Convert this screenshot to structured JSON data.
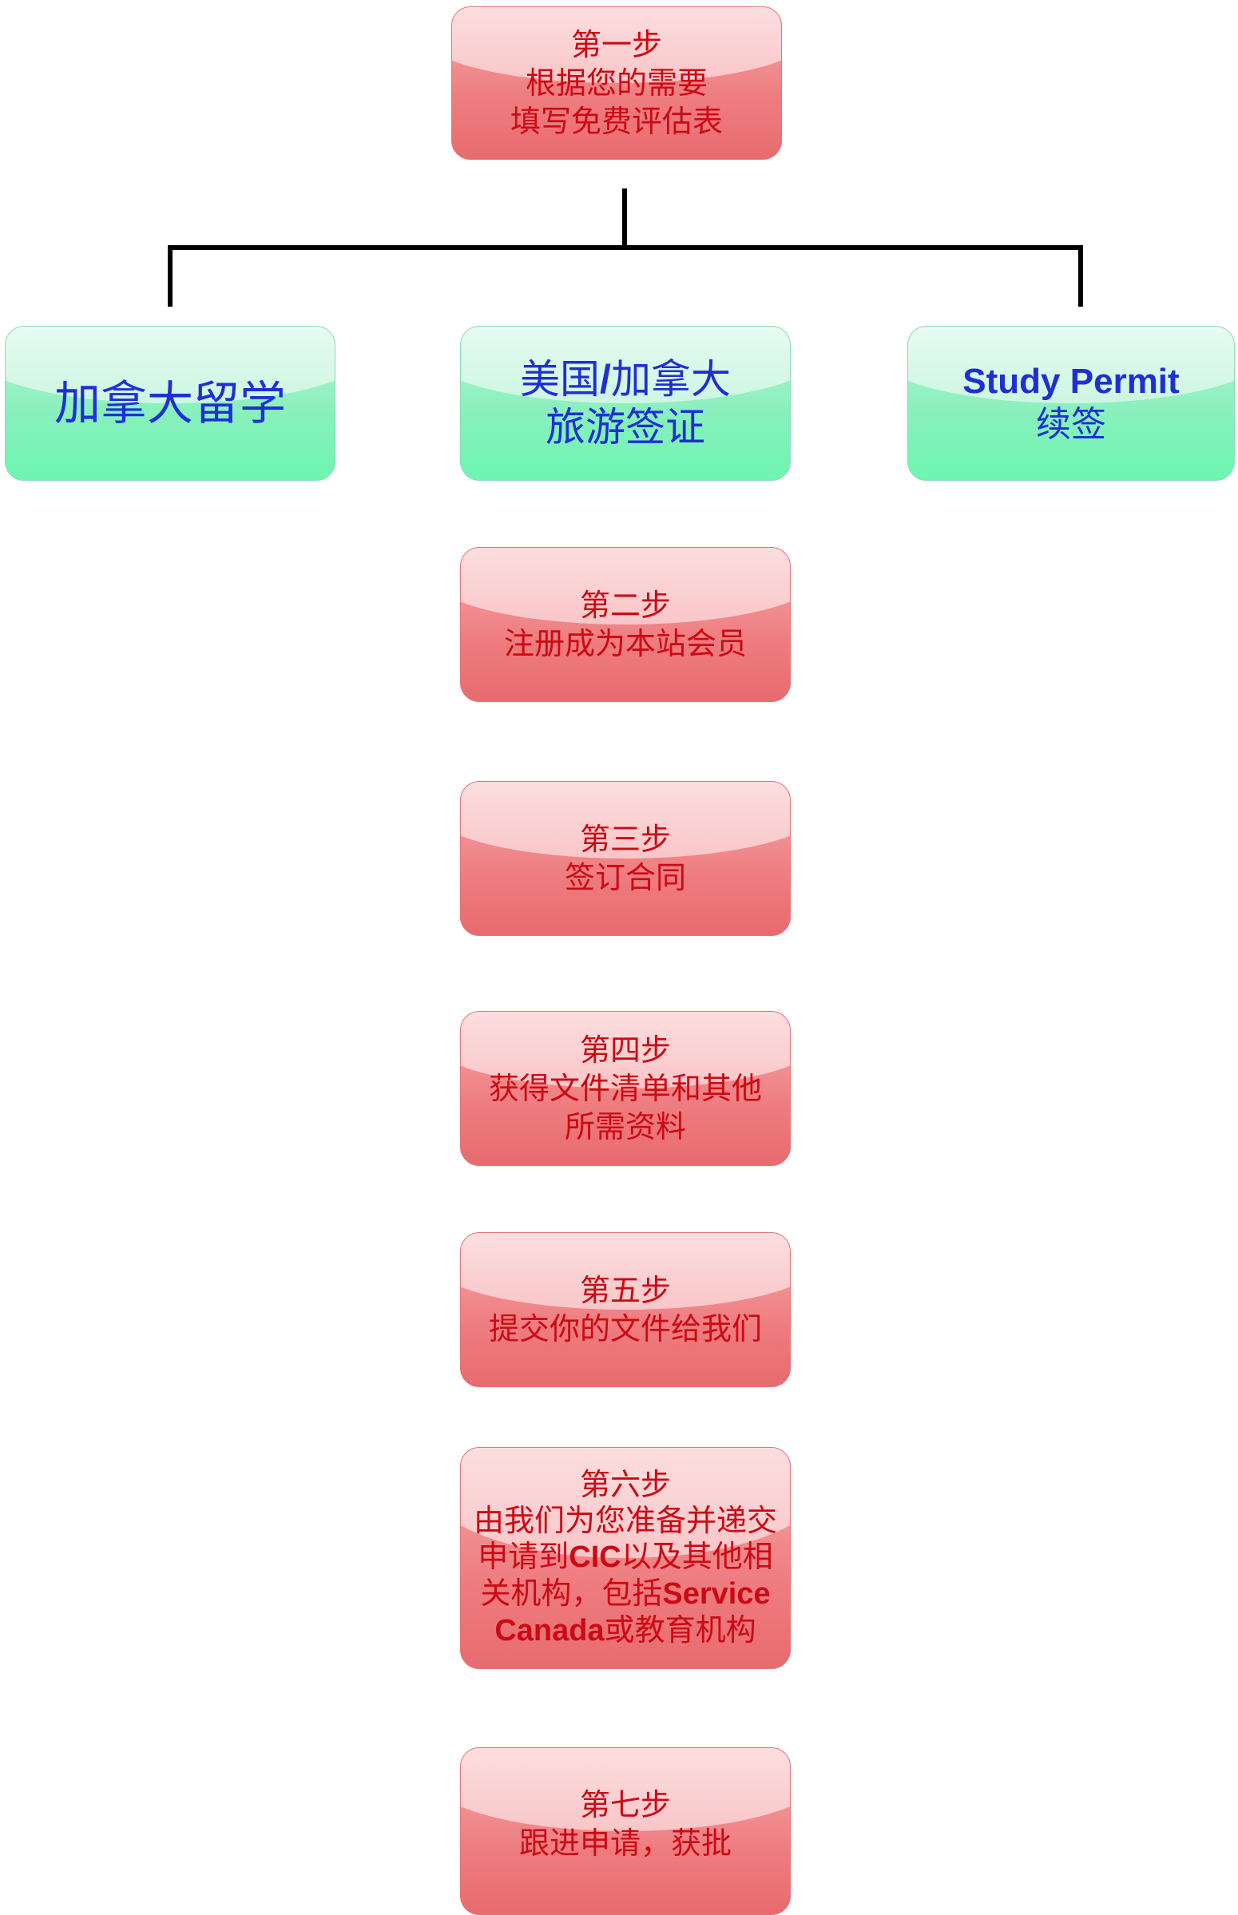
{
  "colors": {
    "connector": "#000000",
    "red_text": "#cc0a14",
    "blue_text": "#1f2fd6"
  },
  "step1": {
    "line1": "第一步",
    "line2": "根据您的需要",
    "line3": "填写免费评估表"
  },
  "branches": {
    "left": {
      "line1": "加拿大留学"
    },
    "middle": {
      "line1_a": "美国",
      "line1_b": "/",
      "line1_c": "加拿大",
      "line2": "旅游签证"
    },
    "right": {
      "line1": "Study Permit",
      "line2": "续签"
    }
  },
  "step2": {
    "line1": "第二步",
    "line2": "注册成为本站会员"
  },
  "step3": {
    "line1": "第三步",
    "line2": "签订合同"
  },
  "step4": {
    "line1": "第四步",
    "line2": "获得文件清单和其他",
    "line3": "所需资料"
  },
  "step5": {
    "line1": "第五步",
    "line2": "提交你的文件给我们"
  },
  "step6": {
    "line1": "第六步",
    "line2": "由我们为您准备并递交",
    "line3_a": "申请到",
    "line3_b": "CIC",
    "line3_c": "以及其他相",
    "line4_a": "关机构，包括",
    "line4_b": "Service",
    "line5_a": "Canada",
    "line5_b": "或教育机构"
  },
  "step7": {
    "line1": "第七步",
    "line2": "跟进申请，获批"
  }
}
